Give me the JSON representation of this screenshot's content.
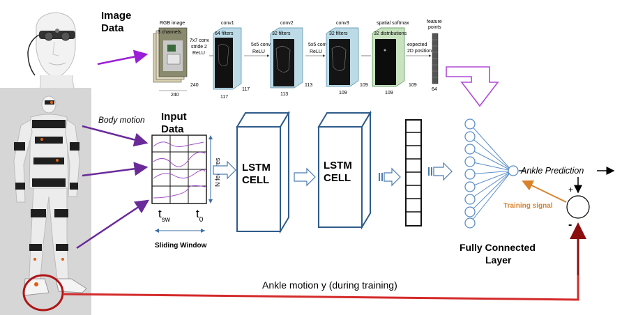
{
  "labels": {
    "image_data_line1": "Image",
    "image_data_line2": "Data",
    "body_motion": "Body motion",
    "input_data_line1": "Input",
    "input_data_line2": "Data",
    "n_features": "N features",
    "t_sw": "t",
    "t_sw_sub": "sw",
    "t_0": "t",
    "t_0_sub": "0",
    "sliding_window": "Sliding Window",
    "lstm1_line1": "LSTM",
    "lstm1_line2": "CELL",
    "lstm2_line1": "LSTM",
    "lstm2_line2": "CELL",
    "ankle_prediction": "Ankle Prediction",
    "training_signal": "Training signal",
    "plus_sign": "+",
    "minus_sign": "-",
    "fc_line1": "Fully Connected",
    "fc_line2": "Layer",
    "ankle_motion": "Ankle motion y (during training)"
  },
  "cnn": {
    "rgb_title": "RGB image",
    "rgb_channels": "3 channels",
    "rgb_w": "240",
    "rgb_h": "240",
    "conv1_title": "conv1",
    "conv1_filters": "64 filters",
    "conv1_op": "7x7 conv",
    "conv1_op2": "stride 2",
    "conv1_op3": "ReLU",
    "conv1_h": "117",
    "conv1_w": "117",
    "conv2_title": "conv2",
    "conv2_filters": "32 filters",
    "conv2_op": "5x5 conv",
    "conv2_op2": "ReLU",
    "conv2_h": "113",
    "conv2_w": "113",
    "conv3_title": "conv3",
    "conv3_filters": "32 filters",
    "conv3_op": "5x5 conv",
    "conv3_op2": "ReLU",
    "conv3_h": "109",
    "conv3_w": "109",
    "softmax_title": "spatial softmax",
    "softmax_dist": "32 distributions",
    "softmax_op": "expected",
    "softmax_op2": "2D position",
    "softmax_h": "109",
    "softmax_w": "109",
    "fp_title1": "feature",
    "fp_title2": "points",
    "fp_size": "64"
  },
  "colors": {
    "purple_arrow": "#9b1fd6",
    "lstm_border": "#2f5b8a",
    "fc_node": "#5b8ec9",
    "training_signal": "#d9822b",
    "feedback_red": "#c0191b",
    "dark_red": "#8b0e0e",
    "hollow_arrow_purple": "#b04ad6"
  }
}
